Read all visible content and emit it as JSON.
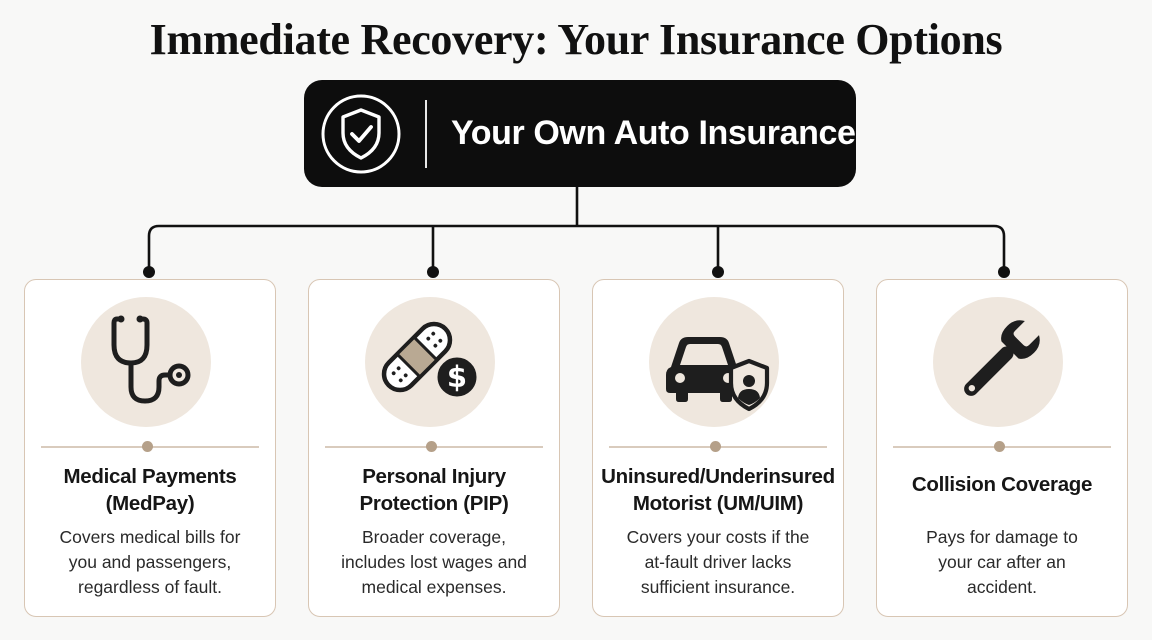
{
  "title": "Immediate Recovery: Your Insurance Options",
  "header": {
    "label": "Your Own Auto Insurance",
    "icon": "shield-check-icon"
  },
  "colors": {
    "header_bg": "#0d0d0d",
    "card_border": "#d8c6b4",
    "icon_circle": "#efe7de",
    "icon_stroke": "#1e1e1e",
    "accent_dot": "#b5a089"
  },
  "cards": [
    {
      "icon": "stethoscope-icon",
      "title_line1": "Medical Payments",
      "title_line2": "(MedPay)",
      "desc_line1": "Covers medical bills for",
      "desc_line2": "you and passengers,",
      "desc_line3": "regardless of fault."
    },
    {
      "icon": "bandage-dollar-icon",
      "title_line1": "Personal Injury",
      "title_line2": "Protection (PIP)",
      "desc_line1": "Broader coverage,",
      "desc_line2": "includes lost wages and",
      "desc_line3": "medical expenses."
    },
    {
      "icon": "car-shield-icon",
      "title_line1": "Uninsured/Underinsured",
      "title_line2": "Motorist (UM/UIM)",
      "desc_line1": "Covers your costs if the",
      "desc_line2": "at-fault driver lacks",
      "desc_line3": "sufficient insurance."
    },
    {
      "icon": "wrench-icon",
      "title_line1": "Collision Coverage",
      "desc_line1": "Pays for damage to",
      "desc_line2": "your car after an",
      "desc_line3": "accident."
    }
  ]
}
